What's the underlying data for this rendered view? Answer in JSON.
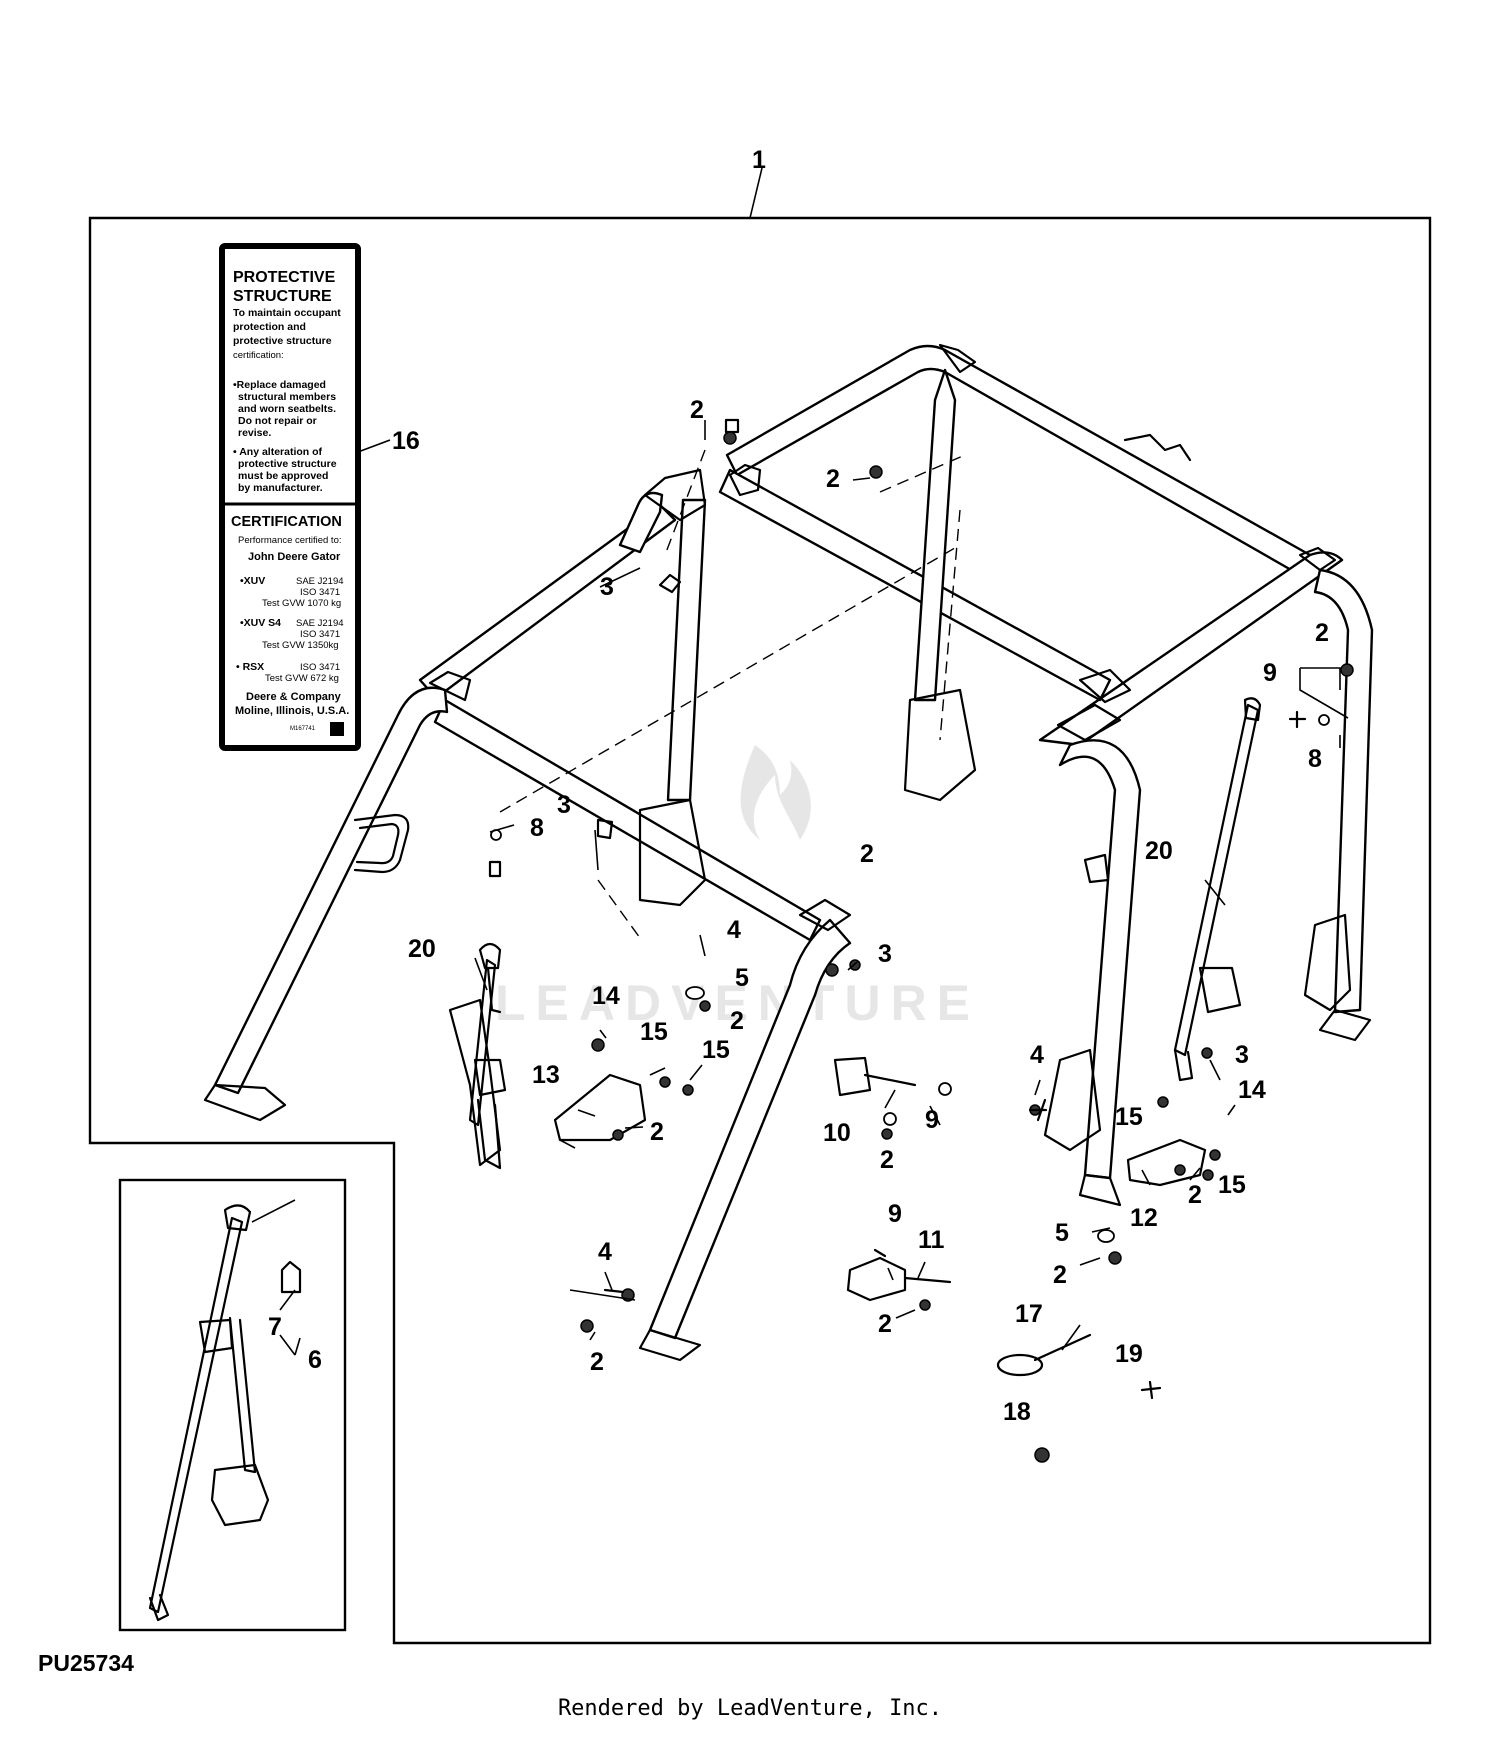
{
  "diagram": {
    "id": "PU25734",
    "credit": "Rendered by LeadVenture, Inc.",
    "watermark": "LEADVENTURE"
  },
  "decal": {
    "title_line1": "PROTECTIVE",
    "title_line2": "STRUCTURE",
    "intro": [
      "To maintain occupant",
      "protection and",
      "protective structure",
      "certification:"
    ],
    "bullet1": [
      "•Replace damaged",
      "structural members",
      "and worn seatbelts.",
      "Do not repair or",
      "revise."
    ],
    "bullet2": [
      "• Any alteration of",
      "protective structure",
      "must be approved",
      "by manufacturer."
    ],
    "cert_title": "CERTIFICATION",
    "cert_line": "Performance certified to:",
    "cert_brand": "John Deere Gator",
    "models": [
      {
        "model": "•XUV",
        "std": [
          "SAE J2194",
          "ISO 3471",
          "Test GVW 1070 kg"
        ]
      },
      {
        "model": "•XUV S4",
        "std": [
          "SAE J2194",
          "ISO 3471",
          "Test GVW 1350kg"
        ]
      },
      {
        "model": "• RSX",
        "std": [
          "ISO 3471",
          "Test GVW 672 kg"
        ]
      }
    ],
    "company": "Deere & Company",
    "location": "Moline, Illinois, U.S.A.",
    "code": "M167741"
  },
  "callouts": [
    {
      "num": "1"
    },
    {
      "num": "16"
    },
    {
      "num": "2"
    },
    {
      "num": "2"
    },
    {
      "num": "3"
    },
    {
      "num": "2"
    },
    {
      "num": "9"
    },
    {
      "num": "8"
    },
    {
      "num": "3"
    },
    {
      "num": "8"
    },
    {
      "num": "2"
    },
    {
      "num": "20"
    },
    {
      "num": "20"
    },
    {
      "num": "4"
    },
    {
      "num": "3"
    },
    {
      "num": "5"
    },
    {
      "num": "2"
    },
    {
      "num": "14"
    },
    {
      "num": "15"
    },
    {
      "num": "15"
    },
    {
      "num": "13"
    },
    {
      "num": "2"
    },
    {
      "num": "10"
    },
    {
      "num": "9"
    },
    {
      "num": "2"
    },
    {
      "num": "4"
    },
    {
      "num": "3"
    },
    {
      "num": "14"
    },
    {
      "num": "15"
    },
    {
      "num": "2"
    },
    {
      "num": "15"
    },
    {
      "num": "12"
    },
    {
      "num": "5"
    },
    {
      "num": "2"
    },
    {
      "num": "9"
    },
    {
      "num": "11"
    },
    {
      "num": "2"
    },
    {
      "num": "4"
    },
    {
      "num": "2"
    },
    {
      "num": "17"
    },
    {
      "num": "19"
    },
    {
      "num": "18"
    },
    {
      "num": "7"
    },
    {
      "num": "6"
    }
  ]
}
